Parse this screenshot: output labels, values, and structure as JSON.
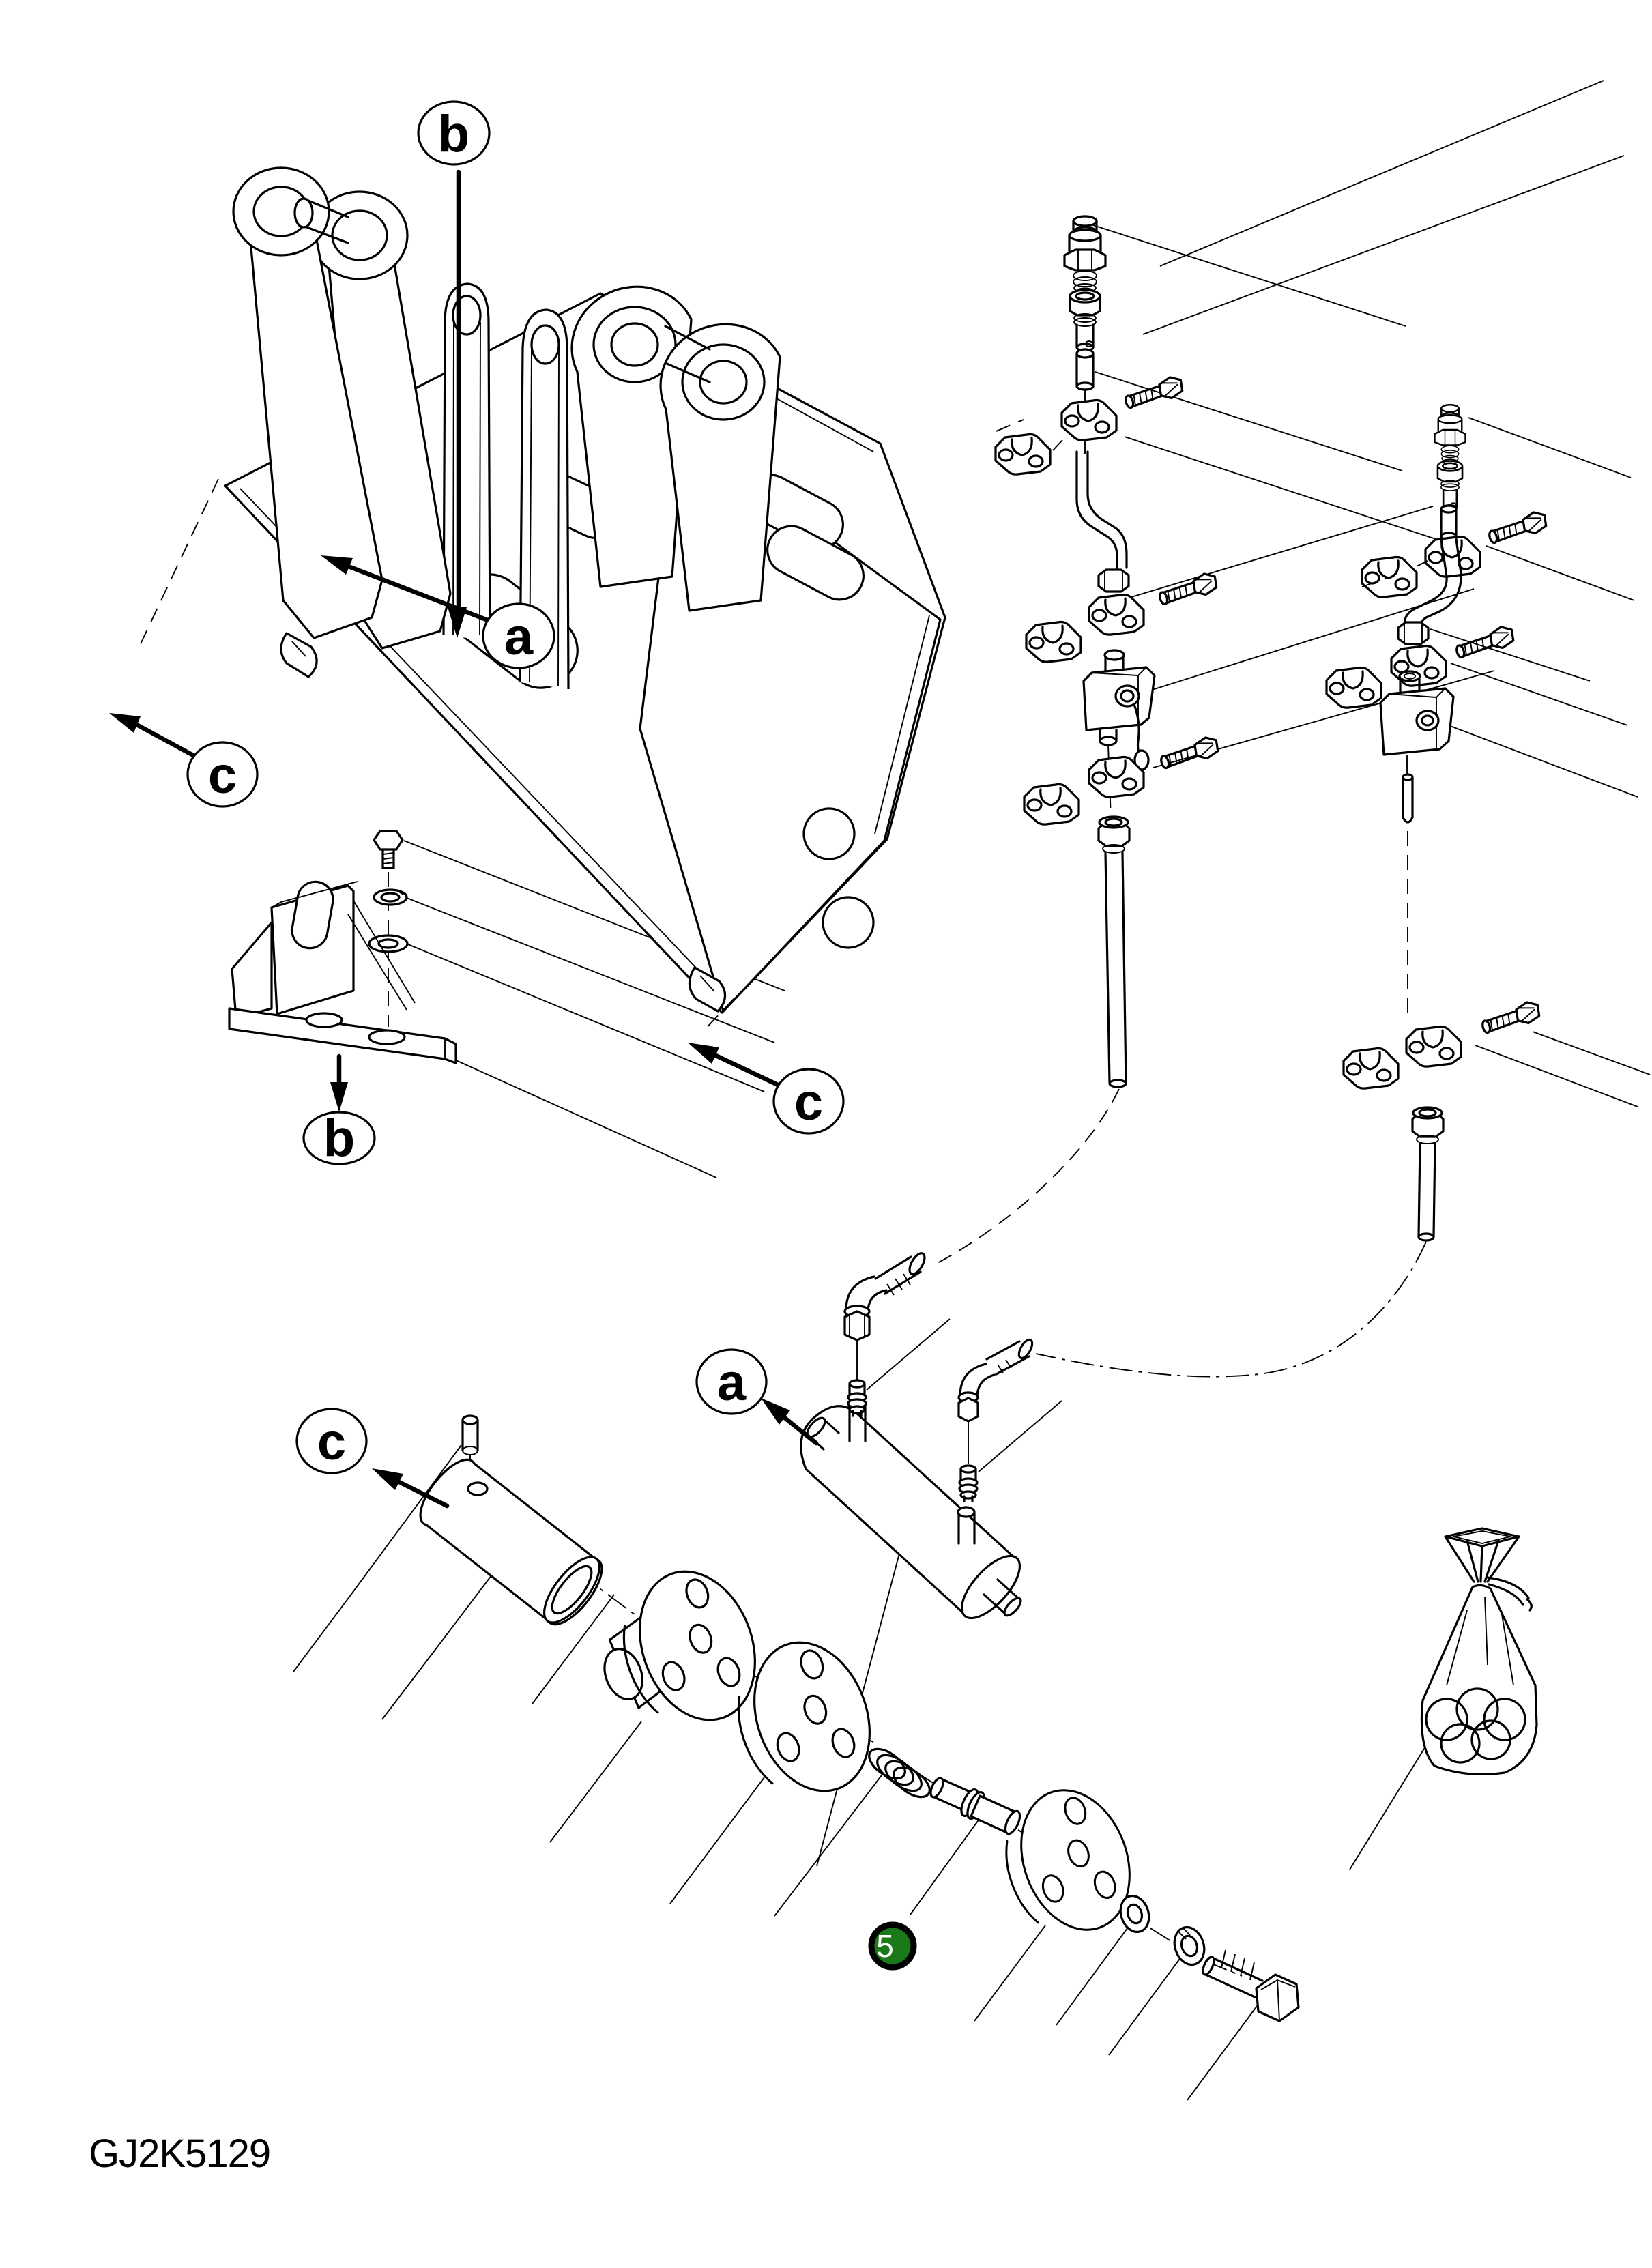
{
  "figure": {
    "code": "GJ2K5129"
  },
  "badge": {
    "number": "5"
  },
  "callouts": [
    {
      "id": "b-top",
      "label": "b"
    },
    {
      "id": "a-frame",
      "label": "a"
    },
    {
      "id": "c-left",
      "label": "c"
    },
    {
      "id": "c-hook",
      "label": "c"
    },
    {
      "id": "b-bracket",
      "label": "b"
    },
    {
      "id": "a-cylinder",
      "label": "a"
    },
    {
      "id": "c-bushing",
      "label": "c"
    }
  ],
  "colors": {
    "line": "#000000",
    "background": "#ffffff",
    "badge_fill": "#1a7a1a",
    "badge_text": "#ffffff"
  }
}
